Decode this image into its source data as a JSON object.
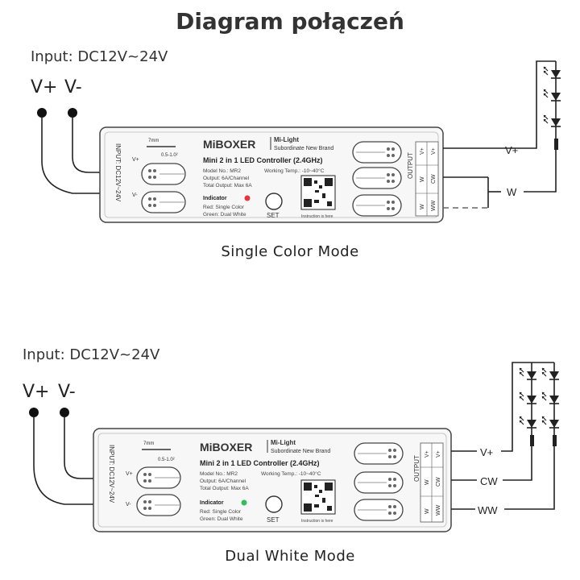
{
  "title": "Diagram połączeń",
  "diagrams": [
    {
      "input_label": "Input: DC12V~24V",
      "vplus": "V+",
      "vminus": "V-",
      "mode": "Single Color Mode",
      "indicator_color": "#e8343c",
      "outputs": [
        "V+",
        "W"
      ],
      "device": {
        "brand": "MiBOXER",
        "subbrand": "Mi-Light",
        "subbrand2": "Subordinate New Brand",
        "model": "Mini 2 in 1 LED Controller (2.4GHz)",
        "spec1": "Model No.: MR2",
        "spec1b": "Working Temp.: -10~40°C",
        "spec2": "Output: 6A/Channel",
        "spec3": "Total Output: Max 6A",
        "indicator": "Indicator",
        "ind_red": "Red: Single Color",
        "ind_green": "Green: Dual White",
        "set": "SET",
        "qr_caption": "Instruction is here",
        "input_side": "INPUT: DC12V~24V",
        "in_plus": "V+",
        "in_minus": "V-",
        "wire_size": "7mm",
        "wire_gauge": "0.5-1.0²",
        "output_side": "OUTPUT",
        "out_col1": [
          "V+",
          "W",
          "W"
        ],
        "out_col2": [
          "V+",
          "CW",
          "WW"
        ]
      }
    },
    {
      "input_label": "Input: DC12V~24V",
      "vplus": "V+",
      "vminus": "V-",
      "mode": "Dual White Mode",
      "indicator_color": "#2fbf5a",
      "outputs": [
        "V+",
        "CW",
        "WW"
      ],
      "device": {
        "brand": "MiBOXER",
        "subbrand": "Mi-Light",
        "subbrand2": "Subordinate New Brand",
        "model": "Mini 2 in 1 LED Controller (2.4GHz)",
        "spec1": "Model No.: MR2",
        "spec1b": "Working Temp.: -10~40°C",
        "spec2": "Output: 6A/Channel",
        "spec3": "Total Output: Max 6A",
        "indicator": "Indicator",
        "ind_red": "Red: Single Color",
        "ind_green": "Green: Dual White",
        "set": "SET",
        "qr_caption": "Instruction is here",
        "input_side": "INPUT: DC12V~24V",
        "in_plus": "V+",
        "in_minus": "V-",
        "wire_size": "7mm",
        "wire_gauge": "0.5-1.0²",
        "output_side": "OUTPUT",
        "out_col1": [
          "V+",
          "W",
          "W"
        ],
        "out_col2": [
          "V+",
          "CW",
          "WW"
        ]
      }
    }
  ]
}
